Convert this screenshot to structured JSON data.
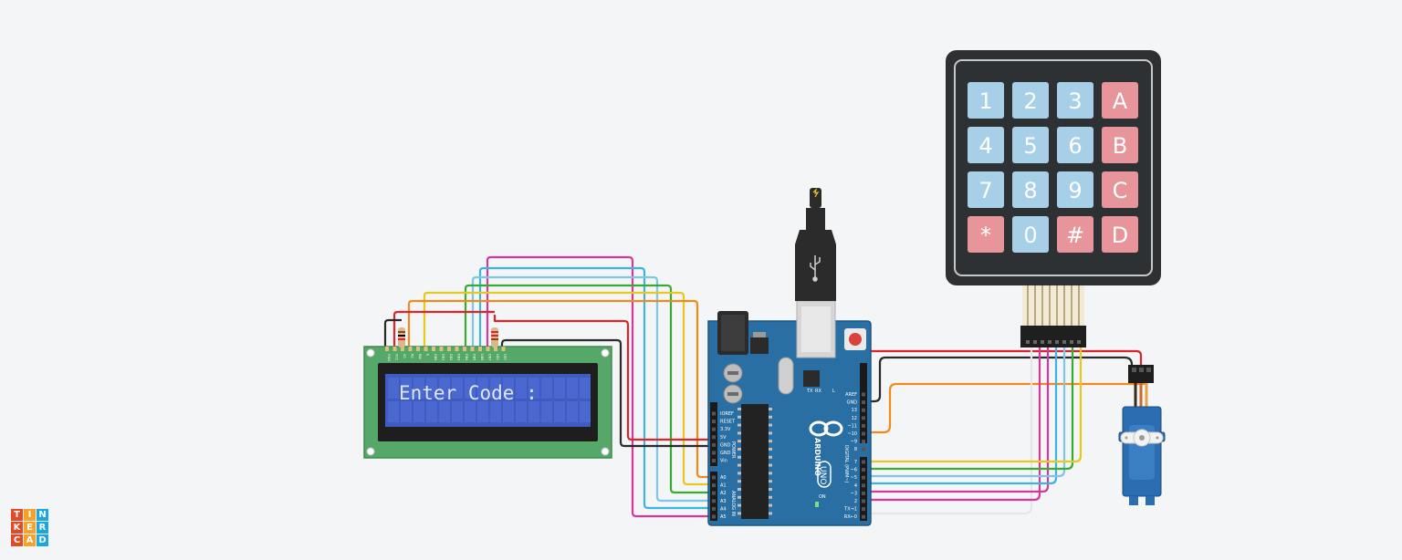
{
  "app": {
    "logo_letters": [
      "T",
      "I",
      "N",
      "K",
      "E",
      "R",
      "C",
      "A",
      "D"
    ],
    "logo_colors": [
      "#e24b26",
      "#f6a22a",
      "#19a7e0",
      "#e24b26",
      "#f6a22a",
      "#19a7e0",
      "#e24b26",
      "#f6a22a",
      "#19a7e0"
    ]
  },
  "lcd": {
    "text": "Enter Code :",
    "pin_labels": [
      "GND",
      "VCC",
      "V0",
      "RS",
      "RW",
      "E",
      "DB0",
      "DB1",
      "DB2",
      "DB3",
      "DB4",
      "DB5",
      "DB6",
      "DB7",
      "LED",
      "LED"
    ]
  },
  "keypad": {
    "keys": [
      "1",
      "2",
      "3",
      "A",
      "4",
      "5",
      "6",
      "B",
      "7",
      "8",
      "9",
      "C",
      "*",
      "0",
      "#",
      "D"
    ]
  },
  "arduino": {
    "model": "UNO",
    "brand": "ARDUINO",
    "power_label": "POWER",
    "analog_label": "ANALOG IN",
    "digital_label": "DIGITAL (PWM~)",
    "on_label": "ON",
    "tx_label": "TX",
    "rx_label": "RX",
    "l_label": "L",
    "power_pins": [
      "IOREF",
      "RESET",
      "3.3V",
      "5V",
      "GND",
      "GND",
      "Vin"
    ],
    "analog_pins": [
      "A0",
      "A1",
      "A2",
      "A3",
      "A4",
      "A5"
    ],
    "digital_top_pins": [
      "AREF",
      "GND",
      "13",
      "12",
      "~11",
      "~10",
      "~9",
      "8"
    ],
    "digital_bottom_pins": [
      "7",
      "~6",
      "~5",
      "4",
      "~3",
      "2",
      "TX→1",
      "RX←0"
    ]
  },
  "colors": {
    "background": "#f3f5f7",
    "board": "#2a6fa3",
    "lcd_pcb": "#55a868",
    "lcd_screen": "#3e5cc1",
    "keypad_body": "#2e3134",
    "key_blue": "#a7d0e8",
    "key_red": "#e7959a",
    "servo": "#2b6db0"
  }
}
